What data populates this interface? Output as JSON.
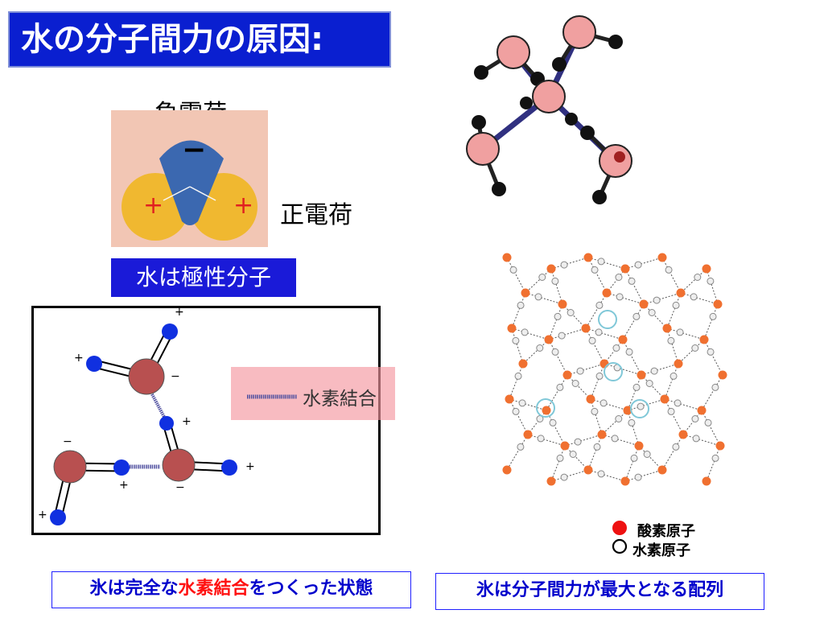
{
  "title": "水の分子間力の原因:",
  "molecule": {
    "negative_charge_label": "負電荷",
    "positive_charge_label": "正電荷",
    "minus_sign": "−",
    "plus_sign": "+",
    "polar_caption": "水は極性分子"
  },
  "hbond_diagram": {
    "legend_label": "水素結合",
    "plus": "+",
    "minus": "−"
  },
  "ice_lattice": {
    "legend_oxygen": "酸素原子",
    "legend_hydrogen": "水素原子"
  },
  "captions": {
    "left_prefix": "氷は完全な",
    "left_highlight": "水素結合",
    "left_suffix": "をつくった状態",
    "right": "氷は分子間力が最大となる配列"
  },
  "colors": {
    "title_bg": "#0a1fd0",
    "oxygen": "#b85050",
    "hydrogen": "#1030e0",
    "highlight": "#ff1010"
  }
}
